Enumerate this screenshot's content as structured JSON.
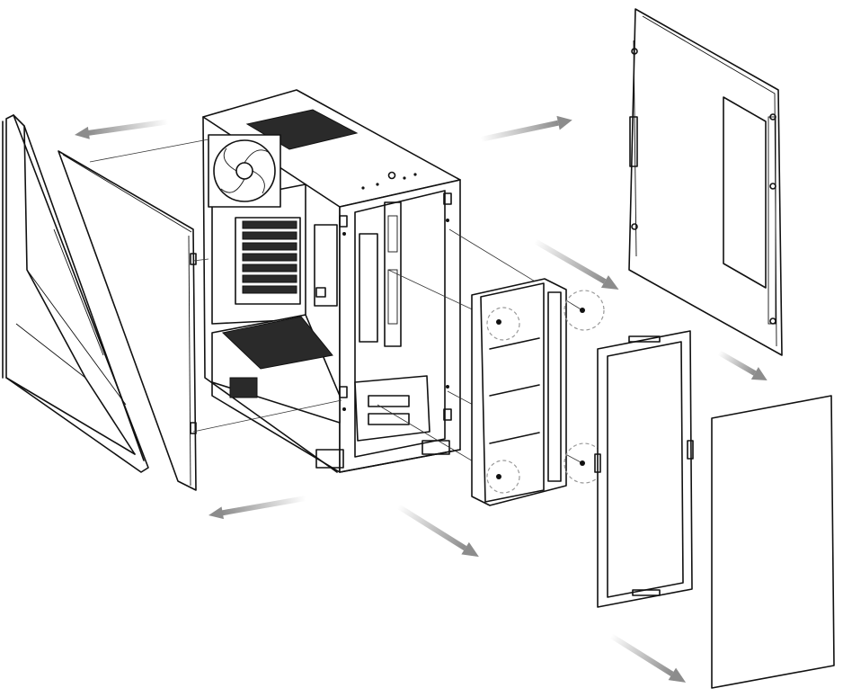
{
  "diagram": {
    "type": "exploded-assembly",
    "colors": {
      "line": "#111111",
      "arrow": "#8c8c8c",
      "panel_fill": "#ffffff",
      "mesh": "#2a2a2a",
      "callout_circle": "#999999"
    },
    "parts": [
      {
        "id": "front-bezel",
        "icon": "front-bezel-frame"
      },
      {
        "id": "left-glass-panel",
        "icon": "tempered-glass-panel"
      },
      {
        "id": "chassis",
        "icon": "pc-case-chassis"
      },
      {
        "id": "dust-filter-bracket",
        "icon": "filter-bracket"
      },
      {
        "id": "right-side-panel",
        "icon": "steel-side-panel"
      },
      {
        "id": "front-frame",
        "icon": "front-frame"
      },
      {
        "id": "front-filter-panel",
        "icon": "front-panel"
      }
    ],
    "removal_arrows": [
      {
        "id": "arrow-left-top",
        "direction": "left"
      },
      {
        "id": "arrow-right-top",
        "direction": "right"
      },
      {
        "id": "arrow-right-mid",
        "direction": "down-right"
      },
      {
        "id": "arrow-right-panel",
        "direction": "down-right"
      },
      {
        "id": "arrow-left-bottom",
        "direction": "left"
      },
      {
        "id": "arrow-center-bottom",
        "direction": "down-right"
      },
      {
        "id": "arrow-bottom-right",
        "direction": "down-right"
      }
    ],
    "callouts": [
      {
        "id": "screw-callout-1"
      },
      {
        "id": "screw-callout-2"
      },
      {
        "id": "screw-callout-3"
      },
      {
        "id": "screw-callout-4"
      }
    ]
  }
}
